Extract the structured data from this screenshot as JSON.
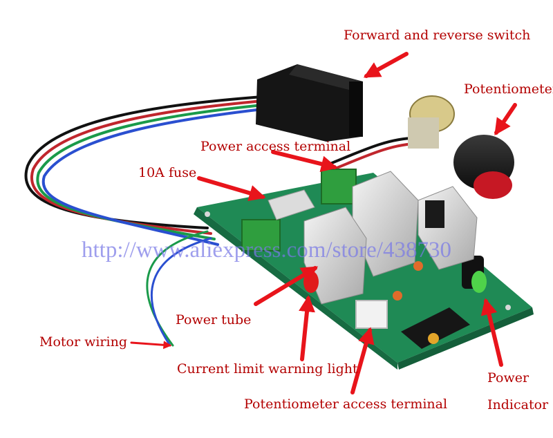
{
  "labels": {
    "forward_reverse_switch": "Forward and reverse switch",
    "potentiometer": "Potentiometer",
    "power_access_terminal": "Power access terminal",
    "fuse": "10A fuse",
    "power_tube": "Power tube",
    "motor_wiring": "Motor wiring",
    "current_limit_light": "Current limit warning light",
    "potentiometer_terminal": "Potentiometer access terminal",
    "power_indicator_line1": "Power",
    "power_indicator_line2": "Indicator"
  },
  "watermark": "http://www.aliexpress.com/store/438730",
  "colors": {
    "label_text": "#b30000",
    "arrow": "#e8141b",
    "pcb": "#1f8a55",
    "watermark": "#7878e6"
  }
}
